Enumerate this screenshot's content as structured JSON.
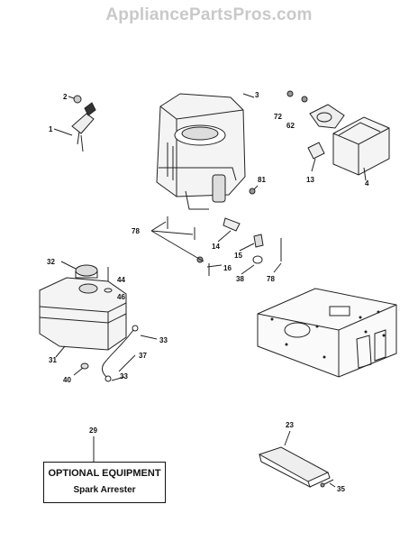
{
  "watermark": "AppliancePartsPros.com",
  "callouts": {
    "c1": "1",
    "c2": "2",
    "c3": "3",
    "c4": "4",
    "c13": "13",
    "c14": "14",
    "c15": "15",
    "c16": "16",
    "c23": "23",
    "c29": "29",
    "c31": "31",
    "c32": "32",
    "c33a": "33",
    "c33b": "33",
    "c35": "35",
    "c37": "37",
    "c38": "38",
    "c40": "40",
    "c44": "44",
    "c46": "46",
    "c62": "62",
    "c72": "72",
    "c78a": "78",
    "c78b": "78",
    "c81": "81"
  },
  "optional_box": {
    "title": "OPTIONAL EQUIPMENT",
    "subtitle": "Spark Arrester"
  }
}
